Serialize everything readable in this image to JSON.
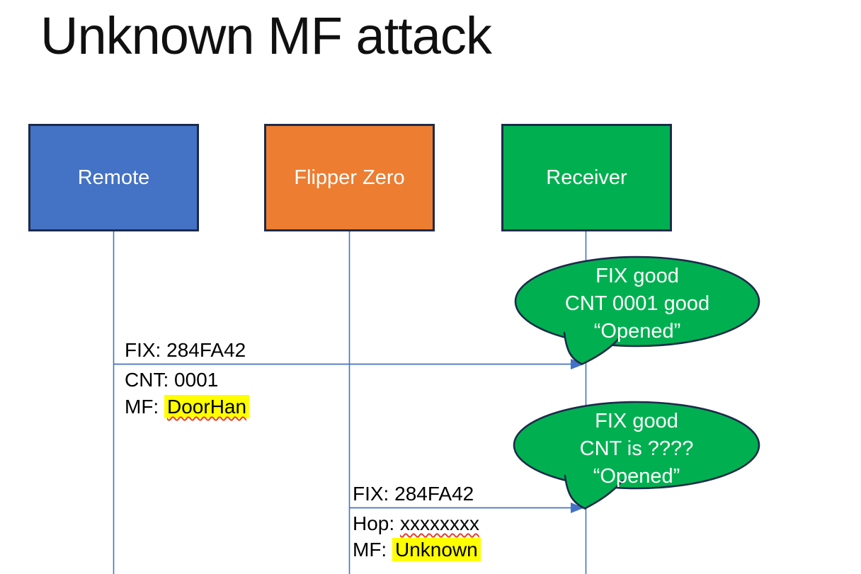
{
  "slide": {
    "title": "Unknown MF attack"
  },
  "actors": [
    {
      "label": "Remote"
    },
    {
      "label": "Flipper Zero"
    },
    {
      "label": "Receiver"
    }
  ],
  "messages": [
    {
      "above": "FIX: 284FA42",
      "below": [
        {
          "prefix": "CNT: ",
          "value": "0001"
        },
        {
          "prefix": "MF: ",
          "value": "DoorHan"
        }
      ]
    },
    {
      "above": "FIX: 284FA42",
      "below": [
        {
          "prefix": "Hop: ",
          "value": "xxxxxxxx"
        },
        {
          "prefix": "MF: ",
          "value": "Unknown"
        }
      ]
    }
  ],
  "callouts": [
    {
      "lines": [
        "FIX good",
        "CNT 0001 good",
        "“Opened”"
      ]
    },
    {
      "lines": [
        "FIX good",
        "CNT is ????",
        "“Opened”"
      ]
    }
  ],
  "colors": {
    "remote_box": "#4472C4",
    "flipper_box": "#ED7D31",
    "receiver_box": "#00B050",
    "shape_outline": "#1C2B4A",
    "connector_blue": "#4472C4",
    "callout_green": "#00B050",
    "highlight_yellow": "#FFFF00",
    "squiggle_red": "#E8402A",
    "text_black": "#101010",
    "text_white": "#FFFFFF"
  }
}
